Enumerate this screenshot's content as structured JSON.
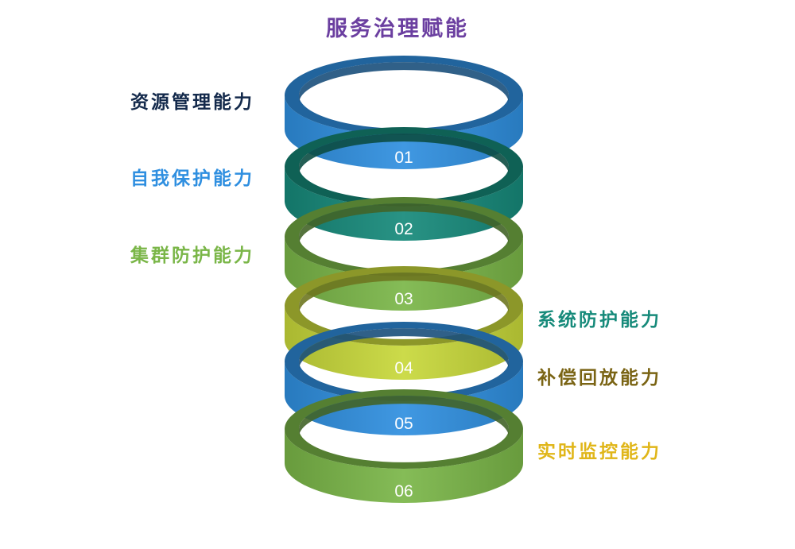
{
  "title": {
    "text": "服务治理赋能",
    "color": "#6b3fa0"
  },
  "layers": [
    {
      "number": "01",
      "label": "资源管理能力",
      "side": "left",
      "label_color": "#13294b",
      "ring_color": "#2f8fe0"
    },
    {
      "number": "02",
      "label": "自我保护能力",
      "side": "left",
      "label_color": "#2f8fe0",
      "ring_color": "#168a7a"
    },
    {
      "number": "03",
      "label": "集群防护能力",
      "side": "left",
      "label_color": "#7ab648",
      "ring_color": "#7ab648"
    },
    {
      "number": "04",
      "label": "系统防护能力",
      "side": "right",
      "label_color": "#168a7a",
      "ring_color": "#c8d83a"
    },
    {
      "number": "05",
      "label": "补偿回放能力",
      "side": "right",
      "label_color": "#7a6414",
      "ring_color": "#2f8fe0"
    },
    {
      "number": "06",
      "label": "实时监控能力",
      "side": "right",
      "label_color": "#e0b619",
      "ring_color": "#7ab648"
    }
  ]
}
